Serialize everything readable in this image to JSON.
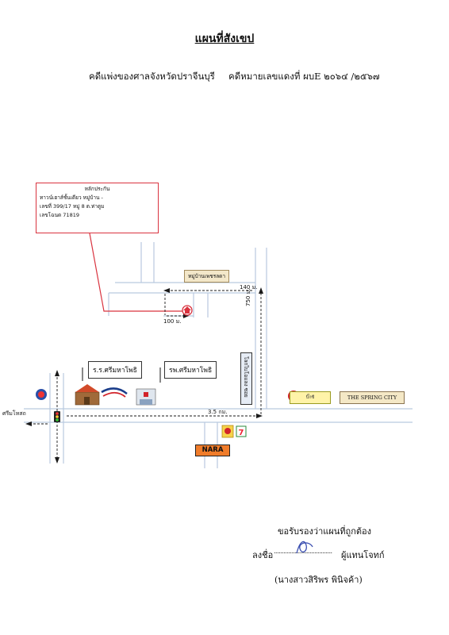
{
  "header": {
    "title": "แผนที่สังเขป",
    "court": "คดีแพ่งของศาลจังหวัดปราจีนบุรี",
    "case_no": "คดีหมายเลขแดงที่  ผบE ๒๐๖๔ /๒๕๖๗"
  },
  "info_box": {
    "heading": "หลักประกัน",
    "line1": "ทาวน์เฮาส์ชั้นเดียว  หมู่บ้าน -",
    "line2": "เลขที่ 399/17  หมู่  8  ต.ท่าตูม",
    "line3": "เลขโฉนด  71819"
  },
  "map": {
    "village_sign": "หมู่บ้านเพชรลดา",
    "dist_140": "140 ม.",
    "dist_100": "100 ม.",
    "dist_750": "750 ม.",
    "dist_3_5": "3.5 กม.",
    "school_sign": "ร.ร.ศรีมหาโพธิ",
    "hospital_sign": "รพ.ศรีมหาโพธิ",
    "roadside_sign": "โลกไบโอแลง ซอย",
    "left_direction": "ศรีมโหสถ",
    "nara_label": "NARA",
    "spring_city": "THE SPRING CITY",
    "bigc_label": "บิ๊กซี",
    "seven_label": "7",
    "gas_icon": "gas-station-icon",
    "target_icon": "house-target-icon",
    "colors": {
      "roads": "#b9c9df",
      "arrow": "#1a1a1a",
      "box": "#d9333f",
      "nara": "#f07c2a"
    }
  },
  "signature": {
    "certify": "ขอรับรองว่าแผนที่ถูกต้อง",
    "sign_prefix": "ลงชื่อ",
    "dots": "....................................",
    "sign_suffix": "ผู้แทนโจทก์",
    "name": "(นางสาวสิริพร  พินิจค้า)"
  }
}
